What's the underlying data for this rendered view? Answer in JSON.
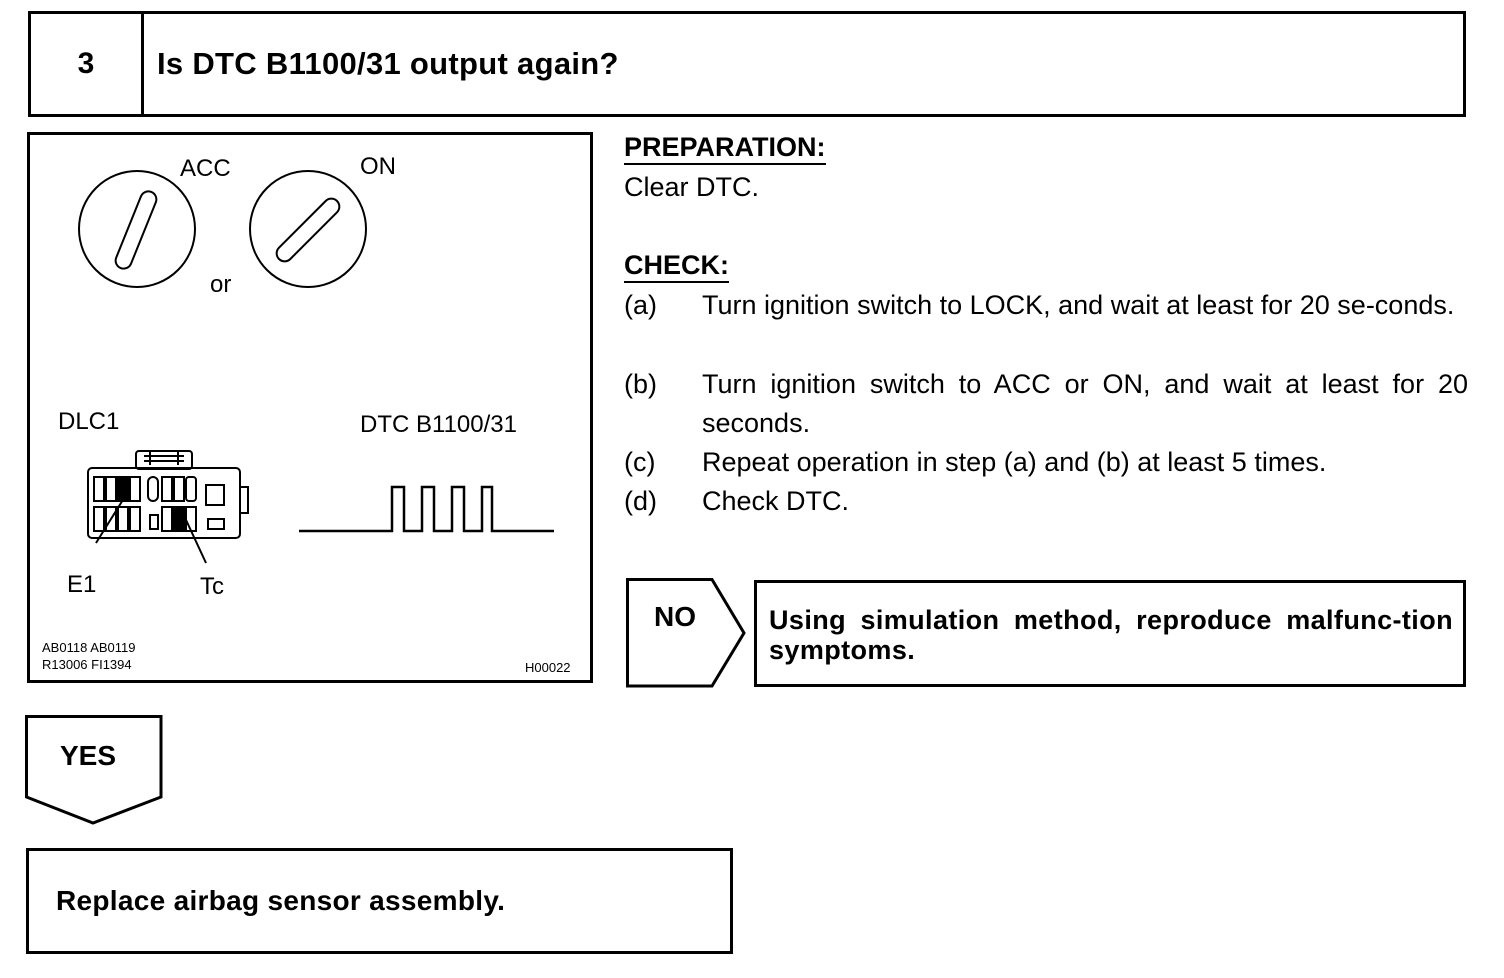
{
  "step": {
    "number": "3",
    "question": "Is DTC B1100/31 output again?"
  },
  "illustration": {
    "switch_acc_label": "ACC",
    "switch_on_label": "ON",
    "or_label": "or",
    "connector_label": "DLC1",
    "waveform_label": "DTC B1100/31",
    "terminal_e1_label": "E1",
    "terminal_tc_label": "Tc",
    "ref_codes_line1": "AB0118  AB0119",
    "ref_codes_line2": "R13006  FI1394",
    "figure_code": "H00022"
  },
  "preparation": {
    "heading": "PREPARATION:",
    "text": "Clear DTC."
  },
  "check": {
    "heading": "CHECK:",
    "items": [
      {
        "marker": "(a)",
        "text": "Turn ignition switch to LOCK, and wait at least for 20 se-conds."
      },
      {
        "marker": "(b)",
        "text": "Turn ignition switch to ACC or ON, and wait at least for 20 seconds."
      },
      {
        "marker": "(c)",
        "text": "Repeat operation in step (a) and (b) at least 5 times."
      },
      {
        "marker": "(d)",
        "text": "Check DTC."
      }
    ]
  },
  "no_branch": {
    "label": "NO",
    "result": "Using simulation method, reproduce malfunc-tion symptoms."
  },
  "yes_branch": {
    "label": "YES",
    "result": "Replace airbag sensor assembly."
  }
}
